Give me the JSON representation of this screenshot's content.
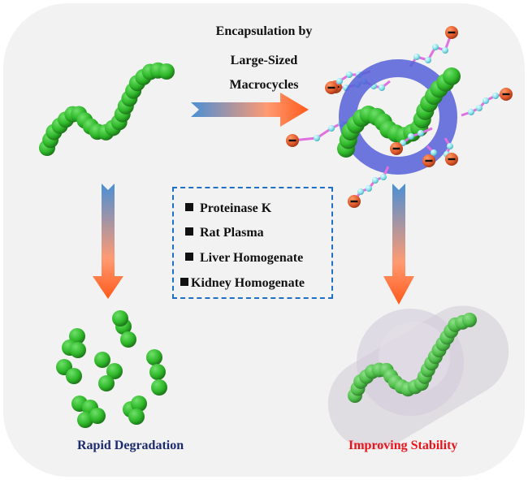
{
  "title": {
    "lines": [
      "Encapsulation by",
      "Large-Sized",
      "Macrocycles"
    ]
  },
  "conditions": {
    "items": [
      {
        "label": "Proteinase K"
      },
      {
        "label": "Rat Plasma"
      },
      {
        "label": "Liver Homogenate"
      },
      {
        "label": "Kidney Homogenate"
      }
    ],
    "border_color": "#1f6fc6"
  },
  "outcomes": {
    "left": {
      "label": "Rapid Degradation",
      "color": "#1c2a6e"
    },
    "right": {
      "label": "Improving Stability",
      "color": "#e8141b"
    }
  },
  "elements": {
    "peptide_color": "#2fb82a",
    "macrocycle_color": "#5560d8",
    "anion_color": "#e0582a",
    "linker_color": "#e070e0",
    "linker_node_color": "#7fdde6",
    "arrow_gradient": [
      "#4a8fd6",
      "#ff8a5c",
      "#ff5a1a"
    ],
    "charge_symbol": "−"
  }
}
